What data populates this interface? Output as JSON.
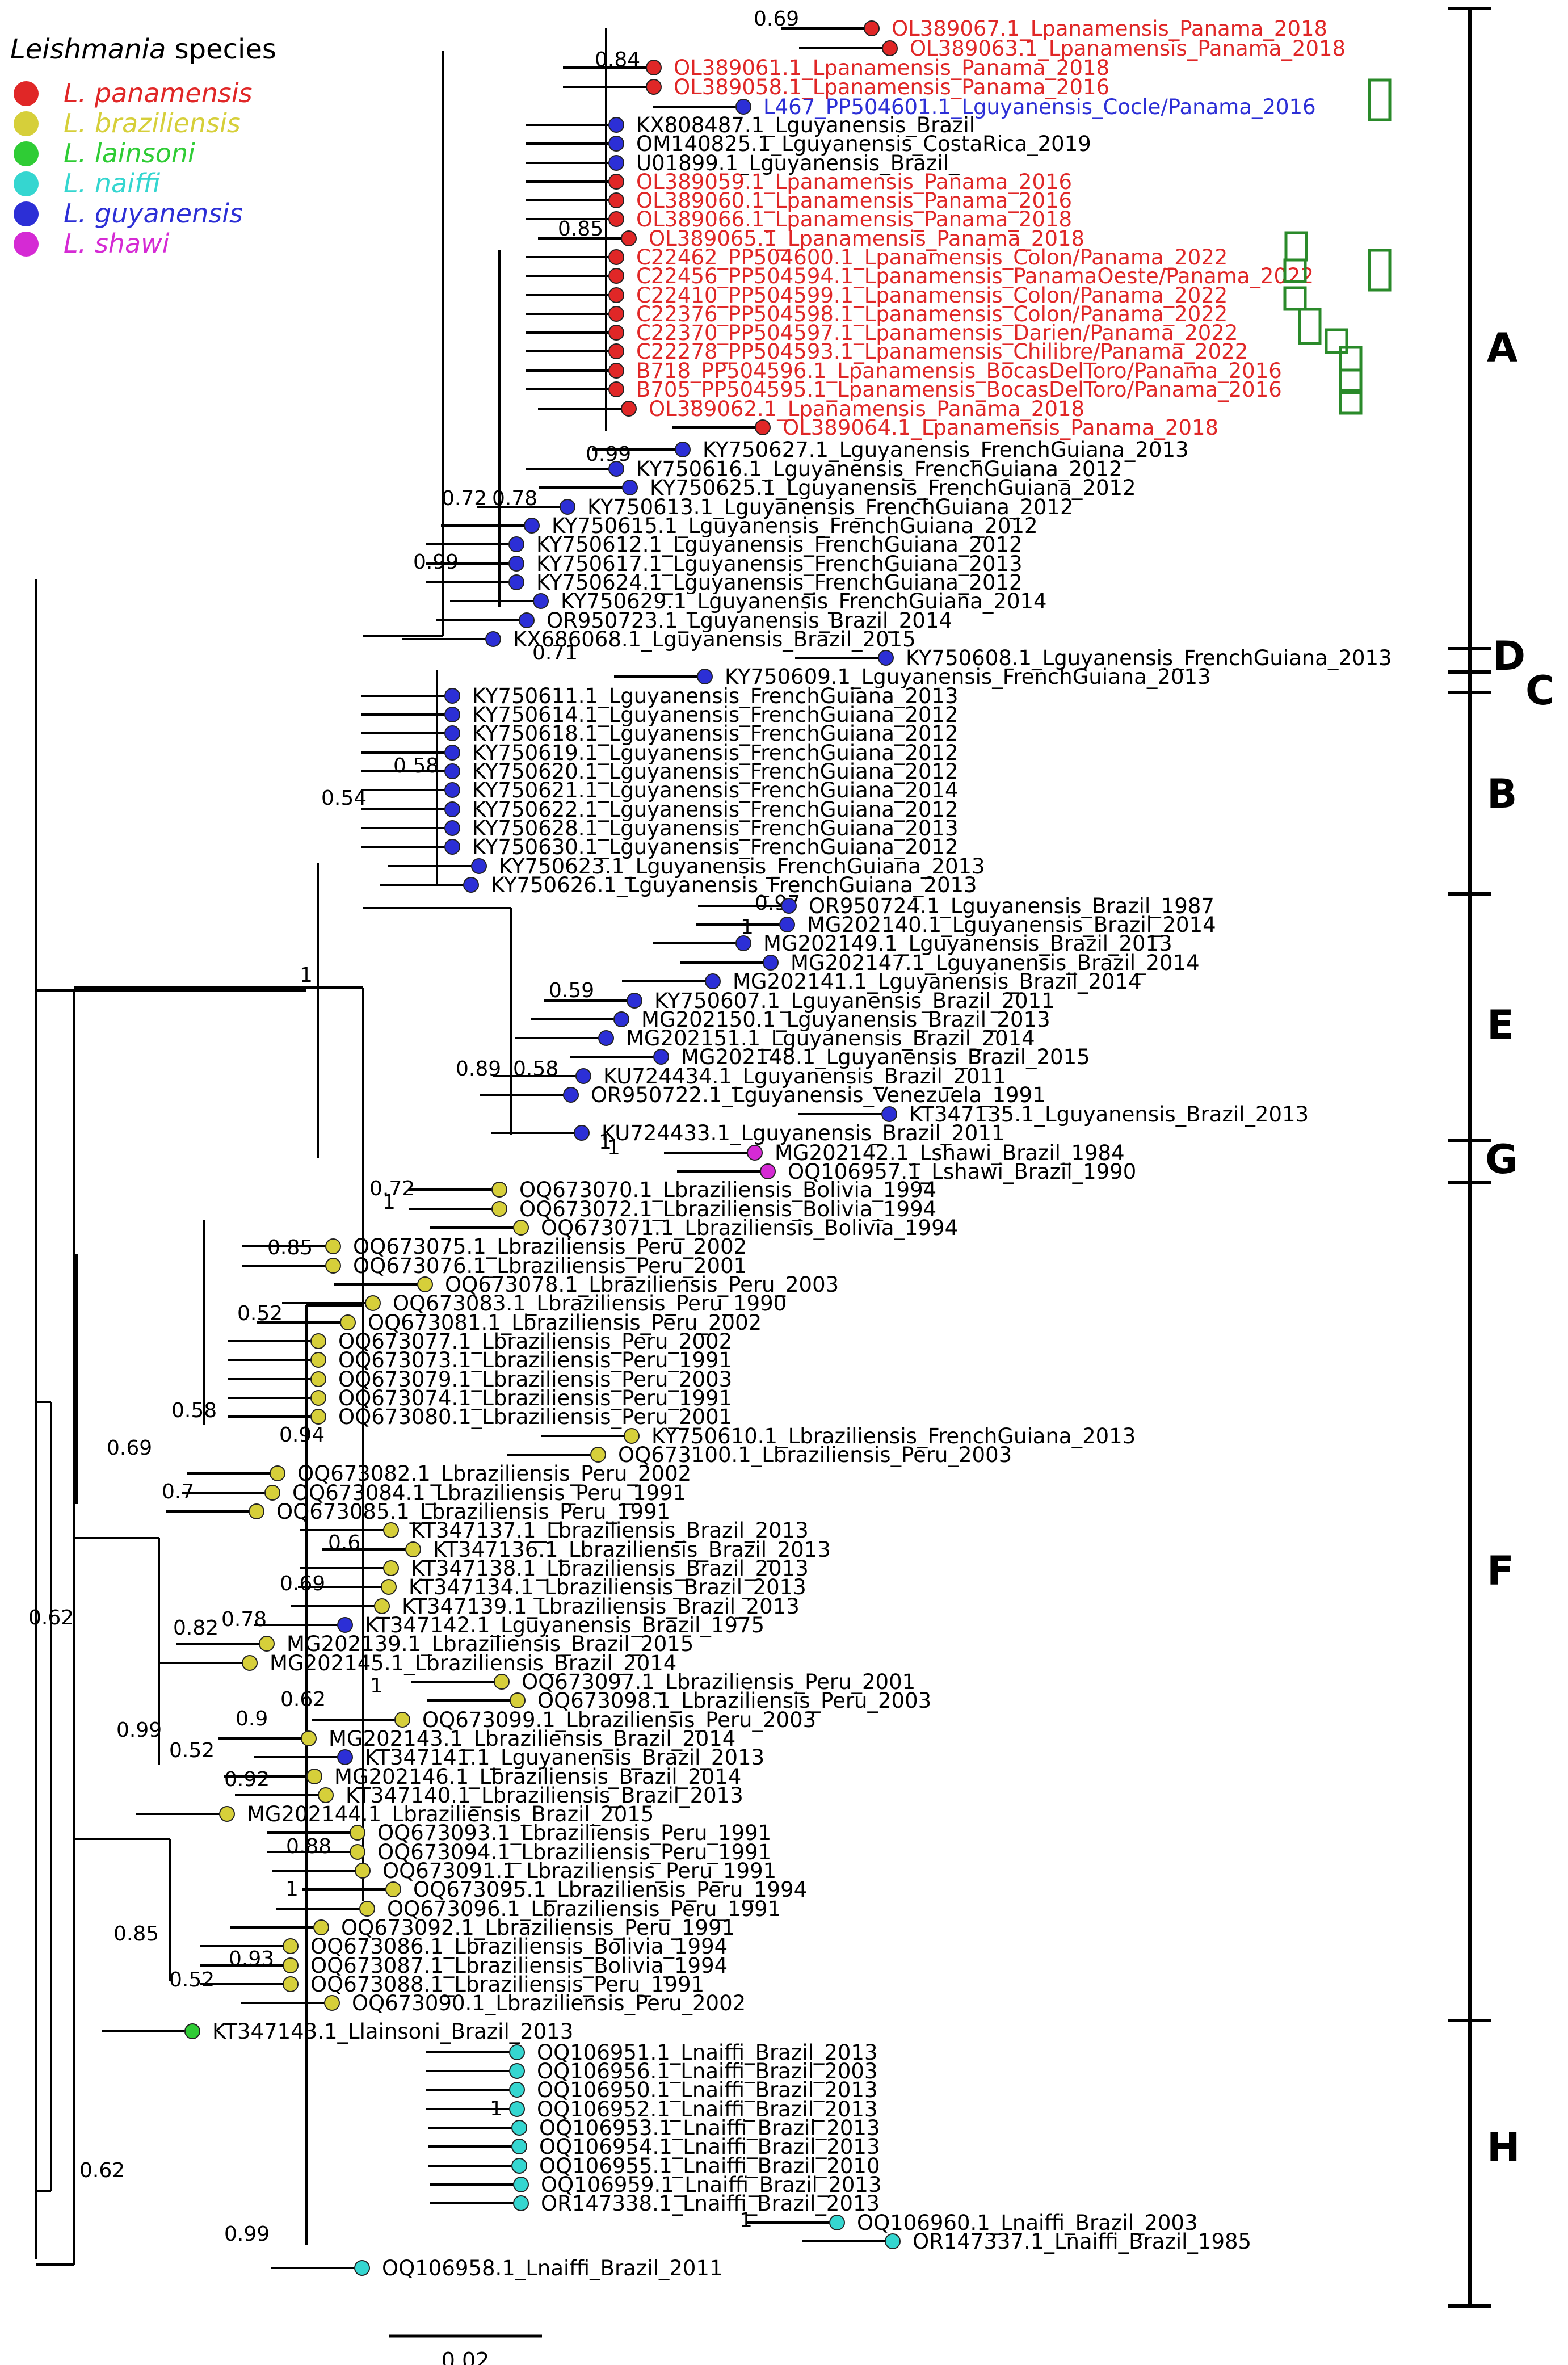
{
  "legend": {
    "title_genus": "Leishmania",
    "title_rest": " species",
    "items": [
      {
        "label": "L. panamensis",
        "color": "#e02727"
      },
      {
        "label": "L. braziliensis",
        "color": "#d6cf3a"
      },
      {
        "label": "L. lainsoni",
        "color": "#2fcc35"
      },
      {
        "label": "L. naiffi",
        "color": "#35d6d0"
      },
      {
        "label": "L. guyanensis",
        "color": "#2c2fd6"
      },
      {
        "label": "L. shawi",
        "color": "#d52ad4"
      }
    ]
  },
  "colors": {
    "P": "#e02727",
    "B": "#d6cf3a",
    "L": "#2fcc35",
    "N": "#35d6d0",
    "G": "#2c2fd6",
    "S": "#d52ad4",
    "K": "#000000",
    "box": "#2a8a2a"
  },
  "tips": [
    {
      "label": "OL389067.1_Lpanamensis_Panama_2018",
      "dot": "P",
      "tc": "P"
    },
    {
      "label": "OL389063.1_Lpanamensis_Panama_2018",
      "dot": "P",
      "tc": "P"
    },
    {
      "label": "OL389061.1_Lpanamensis_Panama_2018",
      "dot": "P",
      "tc": "P"
    },
    {
      "label": "OL389058.1_Lpanamensis_Panama_2016",
      "dot": "P",
      "tc": "P"
    },
    {
      "label": "L467_PP504601.1_Lguyanensis_Cocle/Panama_2016",
      "dot": "G",
      "tc": "G"
    },
    {
      "label": "KX808487.1_Lguyanensis_Brazil",
      "dot": "G",
      "tc": "K"
    },
    {
      "label": "OM140825.1_Lguyanensis_CostaRica_2019",
      "dot": "G",
      "tc": "K"
    },
    {
      "label": "U01899.1_Lguyanensis_Brazil_",
      "dot": "G",
      "tc": "K"
    },
    {
      "label": "OL389059.1_Lpanamensis_Panama_2016",
      "dot": "P",
      "tc": "P"
    },
    {
      "label": "OL389060.1_Lpanamensis_Panama_2016",
      "dot": "P",
      "tc": "P"
    },
    {
      "label": "OL389066.1_Lpanamensis_Panama_2018",
      "dot": "P",
      "tc": "P"
    },
    {
      "label": "OL389065.1_Lpanamensis_Panama_2018",
      "dot": "P",
      "tc": "P"
    },
    {
      "label": "C22462_PP504600.1_Lpanamensis_Colon/Panama_2022",
      "dot": "P",
      "tc": "P"
    },
    {
      "label": "C22456_PP504594.1_Lpanamensis_PanamaOeste/Panama_2022",
      "dot": "P",
      "tc": "P"
    },
    {
      "label": "C22410_PP504599.1_Lpanamensis_Colon/Panama_2022",
      "dot": "P",
      "tc": "P"
    },
    {
      "label": "C22376_PP504598.1_Lpanamensis_Colon/Panama_2022",
      "dot": "P",
      "tc": "P"
    },
    {
      "label": "C22370_PP504597.1_Lpanamensis_Darien/Panama_2022",
      "dot": "P",
      "tc": "P"
    },
    {
      "label": "C22278_PP504593.1_Lpanamensis_Chilibre/Panama_2022",
      "dot": "P",
      "tc": "P"
    },
    {
      "label": "B718_PP504596.1_Lpanamensis_BocasDelToro/Panama_2016",
      "dot": "P",
      "tc": "P"
    },
    {
      "label": "B705_PP504595.1_Lpanamensis_BocasDelToro/Panama_2016",
      "dot": "P",
      "tc": "P"
    },
    {
      "label": "OL389062.1_Lpanamensis_Panama_2018",
      "dot": "P",
      "tc": "P"
    },
    {
      "label": "OL389064.1_Lpanamensis_Panama_2018",
      "dot": "P",
      "tc": "P"
    },
    {
      "label": "KY750627.1_Lguyanensis_FrenchGuiana_2013",
      "dot": "G",
      "tc": "K"
    },
    {
      "label": "KY750616.1_Lguyanensis_FrenchGuiana_2012",
      "dot": "G",
      "tc": "K"
    },
    {
      "label": "KY750625.1_Lguyanensis_FrenchGuiana_2012",
      "dot": "G",
      "tc": "K"
    },
    {
      "label": "KY750613.1_Lguyanensis_FrenchGuiana_2012",
      "dot": "G",
      "tc": "K"
    },
    {
      "label": "KY750615.1_Lguyanensis_FrenchGuiana_2012",
      "dot": "G",
      "tc": "K"
    },
    {
      "label": "KY750612.1_Lguyanensis_FrenchGuiana_2012",
      "dot": "G",
      "tc": "K"
    },
    {
      "label": "KY750617.1_Lguyanensis_FrenchGuiana_2013",
      "dot": "G",
      "tc": "K"
    },
    {
      "label": "KY750624.1_Lguyanensis_FrenchGuiana_2012",
      "dot": "G",
      "tc": "K"
    },
    {
      "label": "KY750629.1_Lguyanensis_FrenchGuiana_2014",
      "dot": "G",
      "tc": "K"
    },
    {
      "label": "OR950723.1_Lguyanensis_Brazil_2014",
      "dot": "G",
      "tc": "K"
    },
    {
      "label": "KX686068.1_Lguyanensis_Brazil_2015",
      "dot": "G",
      "tc": "K"
    },
    {
      "label": "KY750608.1_Lguyanensis_FrenchGuiana_2013",
      "dot": "G",
      "tc": "K"
    },
    {
      "label": "KY750609.1_Lguyanensis_FrenchGuiana_2013",
      "dot": "G",
      "tc": "K"
    },
    {
      "label": "KY750611.1_Lguyanensis_FrenchGuiana_2013",
      "dot": "G",
      "tc": "K"
    },
    {
      "label": "KY750614.1_Lguyanensis_FrenchGuiana_2012",
      "dot": "G",
      "tc": "K"
    },
    {
      "label": "KY750618.1_Lguyanensis_FrenchGuiana_2012",
      "dot": "G",
      "tc": "K"
    },
    {
      "label": "KY750619.1_Lguyanensis_FrenchGuiana_2012",
      "dot": "G",
      "tc": "K"
    },
    {
      "label": "KY750620.1_Lguyanensis_FrenchGuiana_2012",
      "dot": "G",
      "tc": "K"
    },
    {
      "label": "KY750621.1_Lguyanensis_FrenchGuiana_2014",
      "dot": "G",
      "tc": "K"
    },
    {
      "label": "KY750622.1_Lguyanensis_FrenchGuiana_2012",
      "dot": "G",
      "tc": "K"
    },
    {
      "label": "KY750628.1_Lguyanensis_FrenchGuiana_2013",
      "dot": "G",
      "tc": "K"
    },
    {
      "label": "KY750630.1_Lguyanensis_FrenchGuiana_2012",
      "dot": "G",
      "tc": "K"
    },
    {
      "label": "KY750623.1_Lguyanensis_FrenchGuiana_2013",
      "dot": "G",
      "tc": "K"
    },
    {
      "label": "KY750626.1_Lguyanensis_FrenchGuiana_2013",
      "dot": "G",
      "tc": "K"
    },
    {
      "label": "OR950724.1_Lguyanensis_Brazil_1987",
      "dot": "G",
      "tc": "K"
    },
    {
      "label": "MG202140.1_Lguyanensis_Brazil_2014",
      "dot": "G",
      "tc": "K"
    },
    {
      "label": "MG202149.1_Lguyanensis_Brazil_2013",
      "dot": "G",
      "tc": "K"
    },
    {
      "label": "MG202147.1_Lguyanensis_Brazil_2014",
      "dot": "G",
      "tc": "K"
    },
    {
      "label": "MG202141.1_Lguyanensis_Brazil_2014",
      "dot": "G",
      "tc": "K"
    },
    {
      "label": "KY750607.1_Lguyanensis_Brazil_2011",
      "dot": "G",
      "tc": "K"
    },
    {
      "label": "MG202150.1_Lguyanensis_Brazil_2013",
      "dot": "G",
      "tc": "K"
    },
    {
      "label": "MG202151.1_Lguyanensis_Brazil_2014",
      "dot": "G",
      "tc": "K"
    },
    {
      "label": "MG202148.1_Lguyanensis_Brazil_2015",
      "dot": "G",
      "tc": "K"
    },
    {
      "label": "KU724434.1_Lguyanensis_Brazil_2011",
      "dot": "G",
      "tc": "K"
    },
    {
      "label": "OR950722.1_Lguyanensis_Venezuela_1991",
      "dot": "G",
      "tc": "K"
    },
    {
      "label": "KT347135.1_Lguyanensis_Brazil_2013",
      "dot": "G",
      "tc": "K"
    },
    {
      "label": "KU724433.1_Lguyanensis_Brazil_2011",
      "dot": "G",
      "tc": "K"
    },
    {
      "label": "MG202142.1_Lshawi_Brazil_1984",
      "dot": "S",
      "tc": "K"
    },
    {
      "label": "OQ106957.1_Lshawi_Brazil_1990",
      "dot": "S",
      "tc": "K"
    },
    {
      "label": "OQ673070.1_Lbraziliensis_Bolivia_1994",
      "dot": "B",
      "tc": "K"
    },
    {
      "label": "OQ673072.1_Lbraziliensis_Bolivia_1994",
      "dot": "B",
      "tc": "K"
    },
    {
      "label": "OQ673071.1_Lbraziliensis_Bolivia_1994",
      "dot": "B",
      "tc": "K"
    },
    {
      "label": "OQ673075.1_Lbraziliensis_Peru_2002",
      "dot": "B",
      "tc": "K"
    },
    {
      "label": "OQ673076.1_Lbraziliensis_Peru_2001",
      "dot": "B",
      "tc": "K"
    },
    {
      "label": "OQ673078.1_Lbraziliensis_Peru_2003",
      "dot": "B",
      "tc": "K"
    },
    {
      "label": "OQ673083.1_Lbraziliensis_Peru_1990",
      "dot": "B",
      "tc": "K"
    },
    {
      "label": "OQ673081.1_Lbraziliensis_Peru_2002",
      "dot": "B",
      "tc": "K"
    },
    {
      "label": "OQ673077.1_Lbraziliensis_Peru_2002",
      "dot": "B",
      "tc": "K"
    },
    {
      "label": "OQ673073.1_Lbraziliensis_Peru_1991",
      "dot": "B",
      "tc": "K"
    },
    {
      "label": "OQ673079.1_Lbraziliensis_Peru_2003",
      "dot": "B",
      "tc": "K"
    },
    {
      "label": "OQ673074.1_Lbraziliensis_Peru_1991",
      "dot": "B",
      "tc": "K"
    },
    {
      "label": "OQ673080.1_Lbraziliensis_Peru_2001",
      "dot": "B",
      "tc": "K"
    },
    {
      "label": "KY750610.1_Lbraziliensis_FrenchGuiana_2013",
      "dot": "B",
      "tc": "K"
    },
    {
      "label": "OQ673100.1_Lbraziliensis_Peru_2003",
      "dot": "B",
      "tc": "K"
    },
    {
      "label": "OQ673082.1_Lbraziliensis_Peru_2002",
      "dot": "B",
      "tc": "K"
    },
    {
      "label": "OQ673084.1_Lbraziliensis_Peru_1991",
      "dot": "B",
      "tc": "K"
    },
    {
      "label": "OQ673085.1_Lbraziliensis_Peru_1991",
      "dot": "B",
      "tc": "K"
    },
    {
      "label": "KT347137.1_Lbraziliensis_Brazil_2013",
      "dot": "B",
      "tc": "K"
    },
    {
      "label": "KT347136.1_Lbraziliensis_Brazil_2013",
      "dot": "B",
      "tc": "K"
    },
    {
      "label": "KT347138.1_Lbraziliensis_Brazil_2013",
      "dot": "B",
      "tc": "K"
    },
    {
      "label": "KT347134.1_Lbraziliensis_Brazil_2013",
      "dot": "B",
      "tc": "K"
    },
    {
      "label": "KT347139.1_Lbraziliensis_Brazil_2013",
      "dot": "B",
      "tc": "K"
    },
    {
      "label": "KT347142.1_Lguyanensis_Brazil_1975",
      "dot": "G",
      "tc": "K"
    },
    {
      "label": "MG202139.1_Lbraziliensis_Brazil_2015",
      "dot": "B",
      "tc": "K"
    },
    {
      "label": "MG202145.1_Lbraziliensis_Brazil_2014",
      "dot": "B",
      "tc": "K"
    },
    {
      "label": "OQ673097.1_Lbraziliensis_Peru_2001",
      "dot": "B",
      "tc": "K"
    },
    {
      "label": "OQ673098.1_Lbraziliensis_Peru_2003",
      "dot": "B",
      "tc": "K"
    },
    {
      "label": "OQ673099.1_Lbraziliensis_Peru_2003",
      "dot": "B",
      "tc": "K"
    },
    {
      "label": "MG202143.1_Lbraziliensis_Brazil_2014",
      "dot": "B",
      "tc": "K"
    },
    {
      "label": "KT347141.1_Lguyanensis_Brazil_2013",
      "dot": "G",
      "tc": "K"
    },
    {
      "label": "MG202146.1_Lbraziliensis_Brazil_2014",
      "dot": "B",
      "tc": "K"
    },
    {
      "label": "KT347140.1_Lbraziliensis_Brazil_2013",
      "dot": "B",
      "tc": "K"
    },
    {
      "label": "MG202144.1_Lbraziliensis_Brazil_2015",
      "dot": "B",
      "tc": "K"
    },
    {
      "label": "OQ673093.1_Lbraziliensis_Peru_1991",
      "dot": "B",
      "tc": "K"
    },
    {
      "label": "OQ673094.1_Lbraziliensis_Peru_1991",
      "dot": "B",
      "tc": "K"
    },
    {
      "label": "OQ673091.1_Lbraziliensis_Peru_1991",
      "dot": "B",
      "tc": "K"
    },
    {
      "label": "OQ673095.1_Lbraziliensis_Peru_1994",
      "dot": "B",
      "tc": "K"
    },
    {
      "label": "OQ673096.1_Lbraziliensis_Peru_1991",
      "dot": "B",
      "tc": "K"
    },
    {
      "label": "OQ673092.1_Lbraziliensis_Peru_1991",
      "dot": "B",
      "tc": "K"
    },
    {
      "label": "OQ673086.1_Lbraziliensis_Bolivia_1994",
      "dot": "B",
      "tc": "K"
    },
    {
      "label": "OQ673087.1_Lbraziliensis_Bolivia_1994",
      "dot": "B",
      "tc": "K"
    },
    {
      "label": "OQ673088.1_Lbraziliensis_Peru_1991",
      "dot": "B",
      "tc": "K"
    },
    {
      "label": "OQ673090.1_Lbraziliensis_Peru_2002",
      "dot": "B",
      "tc": "K"
    },
    {
      "label": "KT347143.1_Llainsoni_Brazil_2013",
      "dot": "L",
      "tc": "K"
    },
    {
      "label": "OQ106951.1_Lnaiffi_Brazil_2013",
      "dot": "N",
      "tc": "K"
    },
    {
      "label": "OQ106956.1_Lnaiffi_Brazil_2003",
      "dot": "N",
      "tc": "K"
    },
    {
      "label": "OQ106950.1_Lnaiffi_Brazil_2013",
      "dot": "N",
      "tc": "K"
    },
    {
      "label": "OQ106952.1_Lnaiffi_Brazil_2013",
      "dot": "N",
      "tc": "K"
    },
    {
      "label": "OQ106953.1_Lnaiffi_Brazil_2013",
      "dot": "N",
      "tc": "K"
    },
    {
      "label": "OQ106954.1_Lnaiffi_Brazil_2013",
      "dot": "N",
      "tc": "K"
    },
    {
      "label": "OQ106955.1_Lnaiffi_Brazil_2010",
      "dot": "N",
      "tc": "K"
    },
    {
      "label": "OQ106959.1_Lnaiffi_Brazil_2013",
      "dot": "N",
      "tc": "K"
    },
    {
      "label": "OR147338.1_Lnaiffi_Brazil_2013",
      "dot": "N",
      "tc": "K"
    },
    {
      "label": "OQ106960.1_Lnaiffi_Brazil_2003",
      "dot": "N",
      "tc": "K"
    },
    {
      "label": "OR147337.1_Lnaiffi_Brazil_1985",
      "dot": "N",
      "tc": "K"
    },
    {
      "label": "OQ106958.1_Lnaiffi_Brazil_2011",
      "dot": "N",
      "tc": "K"
    }
  ],
  "support_values": [
    "0.69",
    "0.84",
    "0.85",
    "0.99",
    "0.72",
    "0.78",
    "0.99",
    "0.71",
    "0.58",
    "0.54",
    "1",
    "0.97",
    "1",
    "0.59",
    "0.89",
    "0.58",
    "1",
    "0.72",
    "1",
    "0.85",
    "0.52",
    "0.58",
    "0.94",
    "0.69",
    "0.7",
    "0.6",
    "0.69",
    "0.78",
    "0.82",
    "0.62",
    "1",
    "0.9",
    "0.52",
    "0.92",
    "0.99",
    "0.88",
    "1",
    "0.93",
    "0.52",
    "0.85",
    "0.62",
    "1",
    "1",
    "0.62",
    "0.99",
    "1"
  ],
  "clades": [
    "A",
    "D",
    "C",
    "B",
    "E",
    "G",
    "F",
    "H"
  ],
  "scale_label": "0.02"
}
